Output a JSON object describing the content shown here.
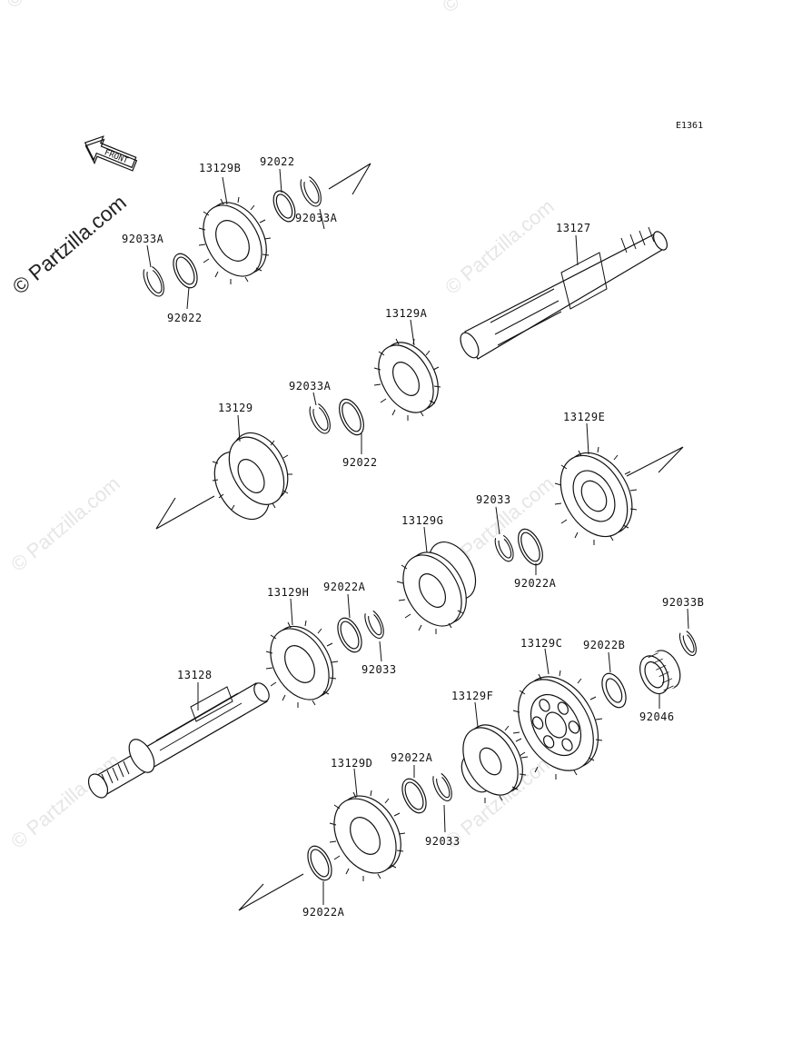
{
  "diagram": {
    "ref_code": "E1361",
    "front_label": "FRONT",
    "watermark": "© Partzilla.com",
    "parts": {
      "p13129B": "13129B",
      "p92022_top": "92022",
      "p92033A_top": "92033A",
      "p92033A_left": "92033A",
      "p92022_left": "92022",
      "p13127": "13127",
      "p13129A": "13129A",
      "p92033A_mid": "92033A",
      "p92022_mid": "92022",
      "p13129": "13129",
      "p13129E": "13129E",
      "p92033_mid": "92033",
      "p13129G": "13129G",
      "p92022A_mid": "92022A",
      "p13129H": "13129H",
      "p92022A_h": "92022A",
      "p92033_h": "92033",
      "p92033B": "92033B",
      "p13129C": "13129C",
      "p92022B": "92022B",
      "p92046": "92046",
      "p13128": "13128",
      "p13129F": "13129F",
      "p13129D": "13129D",
      "p92022A_d": "92022A",
      "p92033_d": "92033",
      "p92022A_bot": "92022A"
    }
  }
}
